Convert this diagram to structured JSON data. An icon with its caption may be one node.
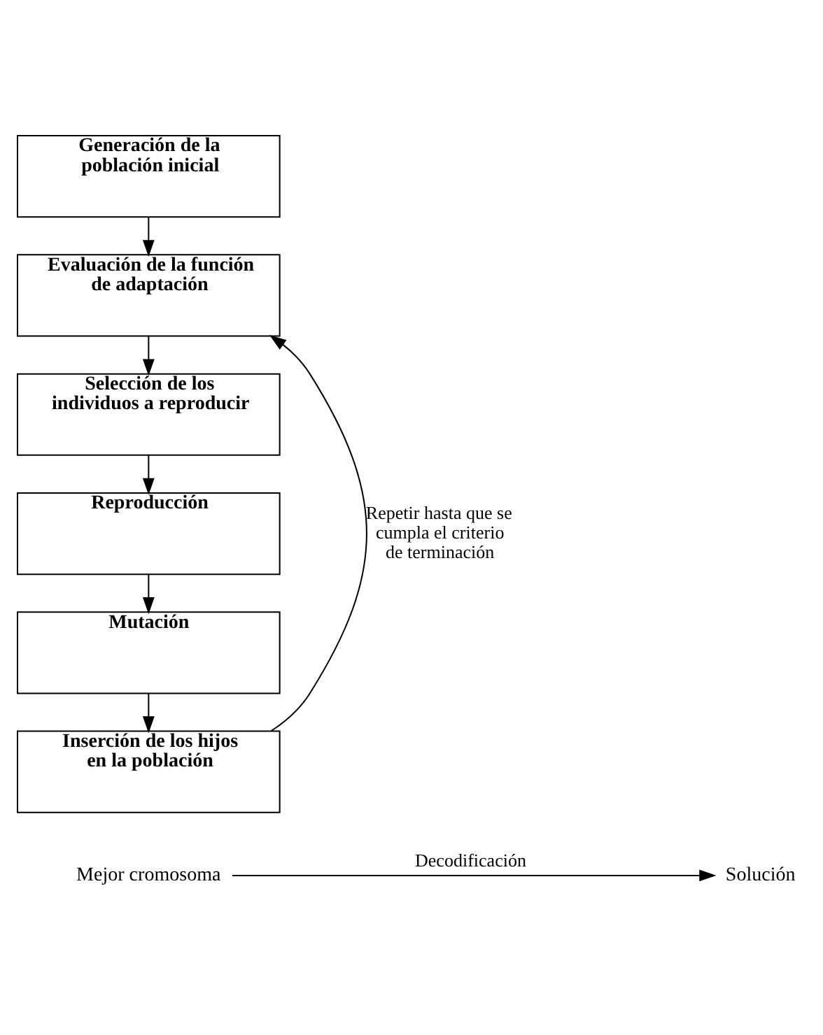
{
  "diagram": {
    "nodes": [
      {
        "text": [
          "Generación de la población inicial"
        ]
      },
      {
        "text": [
          "Evaluación de la función de adaptación"
        ]
      },
      {
        "text": [
          "Selección de los individuos a reproducir"
        ]
      },
      {
        "text": [
          "Reproducción"
        ]
      },
      {
        "text": [
          "Mutación"
        ]
      },
      {
        "text": [
          "Inserción de los hijos en la población"
        ]
      },
      {
        "text": [
          "Mejor cromosoma"
        ]
      },
      {
        "text": [
          "Solución"
        ]
      }
    ],
    "edges": [
      {
        "from": 0,
        "to": 1,
        "arrow": "to"
      },
      {
        "from": 1,
        "to": 2,
        "arrow": "to"
      },
      {
        "from": 2,
        "to": 3,
        "arrow": "to"
      },
      {
        "from": 3,
        "to": 4,
        "arrow": "to"
      },
      {
        "from": 4,
        "to": 5,
        "arrow": "to"
      },
      {
        "from": 5,
        "to": 1,
        "arrow": "to",
        "label": "Repetir hasta que se cumpla el criterio de terminación"
      },
      {
        "from": 6,
        "to": 7,
        "arrow": "to",
        "label": "Decodificación"
      }
    ]
  }
}
